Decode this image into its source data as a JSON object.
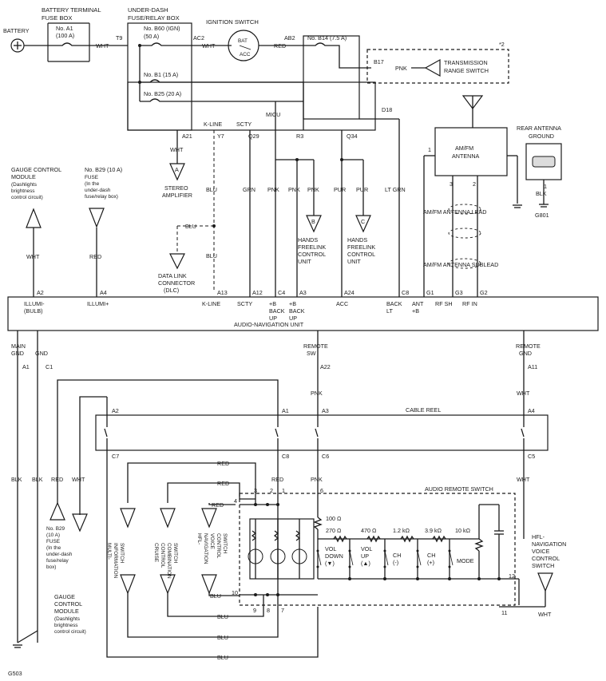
{
  "battery": {
    "label": "BATTERY"
  },
  "fuse_box_terminal": {
    "title1": "BATTERY TERMINAL",
    "title2": "FUSE BOX",
    "fuse": "No. A1",
    "rating": "(100 A)"
  },
  "fuse_box_underdash": {
    "title1": "UNDER-DASH",
    "title2": "FUSE/RELAY BOX",
    "pin_t9": "T9",
    "fuse_b60": "No. B60 (IGN)",
    "fuse_b60_rating": "(50 A)",
    "pin_ac2": "AC2",
    "fuse_b1": "No. B1 (15 A)",
    "fuse_b25": "No. B25 (20 A)",
    "pin_ab2": "AB2",
    "fuse_b14": "No. B14 (7.5 A)"
  },
  "ignition": {
    "title": "IGNITION SWITCH",
    "bat": "BAT",
    "acc": "ACC"
  },
  "tr_switch": {
    "note": "*2",
    "pin": "B17",
    "wire": "PNK",
    "label1": "TRANSMISSION",
    "label2": "RANGE SWITCH"
  },
  "micu": {
    "label": "MICU",
    "k_line": "K-LINE",
    "scty": "SCTY",
    "d18": "D18",
    "a21": "A21",
    "y7": "Y7",
    "q29": "Q29",
    "r3": "R3",
    "q34": "Q34"
  },
  "wires": {
    "wht": "WHT",
    "red": "RED",
    "pnk": "PNK",
    "blu": "BLU",
    "grn": "GRN",
    "pur": "PUR",
    "lt_grn": "LT GRN",
    "blk": "BLK"
  },
  "stereo_amp": {
    "letter": "A",
    "label1": "STEREO",
    "label2": "AMPLIFIER"
  },
  "hands_free_b": {
    "letter": "B",
    "l1": "HANDS",
    "l2": "FREELINK",
    "l3": "CONTROL",
    "l4": "UNIT"
  },
  "hands_free_c": {
    "letter": "C",
    "l1": "HANDS",
    "l2": "FREELINK",
    "l3": "CONTROL",
    "l4": "UNIT"
  },
  "dlc": {
    "l1": "DATA LINK",
    "l2": "CONNECTOR",
    "l3": "(DLC)"
  },
  "gauge_top": {
    "l1": "GAUGE CONTROL",
    "l2": "MODULE",
    "l3": "(Dashlights",
    "l4": "brightness",
    "l5": "control circuit)"
  },
  "fuse_b29_top": {
    "l1": "No. B29 (10 A)",
    "l2": "FUSE",
    "l3": "(In the",
    "l4": "under-dash",
    "l5": "fuse/relay box)"
  },
  "antenna": {
    "l1": "AM/FM",
    "l2": "ANTENNA",
    "pin1": "1",
    "pin2": "2",
    "pin3": "3",
    "lead": "AM/FM ANTENNA LEAD",
    "sublead": "AM/FM ANTENNA SUBLEAD"
  },
  "rear_ground": {
    "l1": "REAR ANTENNA",
    "l2": "GROUND",
    "pin": "1",
    "ground": "G801"
  },
  "audio_unit": {
    "label": "AUDIO-NAVIGATION UNIT",
    "pins": [
      "A2",
      "A4",
      "A13",
      "A12",
      "C4",
      "A3",
      "A24",
      "C8",
      "G1",
      "G3",
      "G2"
    ],
    "illumi_bulb1": "ILLUMI-",
    "illumi_bulb2": "(BULB)",
    "illumi_plus": "ILLUMI+",
    "k_line": "K-LINE",
    "scty": "SCTY",
    "plus_b1": "+B",
    "back1": "BACK",
    "up1": "UP",
    "plus_b2": "+B",
    "back2": "BACK",
    "up2": "UP",
    "acc": "ACC",
    "back_lt1": "BACK",
    "back_lt2": "LT",
    "ant1": "ANT",
    "ant2": "+B",
    "rf_sh": "RF SH",
    "rf_in": "RF IN",
    "main_gnd1": "MAIN",
    "main_gnd2": "GND",
    "gnd": "GND",
    "pin_a1": "A1",
    "pin_c1": "C1",
    "remote_sw1": "REMOTE",
    "remote_sw2": "SW",
    "pin_a22": "A22",
    "remote_gnd1": "REMOTE",
    "remote_gnd2": "GND",
    "pin_a11": "A11"
  },
  "cable_reel": {
    "label": "CABLE REEL",
    "a2": "A2",
    "a1": "A1",
    "a3": "A3",
    "a4": "A4",
    "c7": "C7",
    "c8": "C8",
    "c6": "C6",
    "c5": "C5"
  },
  "remote_switch": {
    "label": "AUDIO REMOTE SWITCH",
    "r100": "100 Ω",
    "r270": "270 Ω",
    "r470": "470 Ω",
    "r1k2": "1.2 kΩ",
    "r3k9": "3.9 kΩ",
    "r10k": "10 kΩ",
    "vol_down1": "VOL",
    "vol_down2": "DOWN",
    "vol_down3": "(▼)",
    "vol_up1": "VOL",
    "vol_up2": "UP",
    "vol_up3": "(▲)",
    "ch_minus1": "CH",
    "ch_minus2": "(-)",
    "ch_plus1": "CH",
    "ch_plus2": "(+)",
    "mode": "MODE",
    "pins": [
      "3",
      "2",
      "1",
      "6",
      "4",
      "10",
      "9",
      "8",
      "7",
      "12",
      "11"
    ]
  },
  "fuse_b29_bottom": {
    "l1": "No. B29",
    "l2": "(10 A)",
    "l3": "FUSE",
    "l4": "(In the",
    "l5": "under-dash",
    "l6": "fuse/relay",
    "l7": "box)"
  },
  "gauge_bottom": {
    "l1": "GAUGE",
    "l2": "CONTROL",
    "l3": "MODULE",
    "l4": "(Dashlights",
    "l5": "brightness",
    "l6": "control circuit)"
  },
  "multi_info": {
    "l1": "MULTI-",
    "l2": "INFORMATION",
    "l3": "SWITCH"
  },
  "cruise": {
    "l1": "CRUISE",
    "l2": "CONTROL",
    "l3": "COMBINATION",
    "l4": "SWITCH"
  },
  "hfl_inner": {
    "l1": "HFL-",
    "l2": "NAVIGATION",
    "l3": "VOICE",
    "l4": "CONTROL",
    "l5": "SWITCH"
  },
  "hfl_outer": {
    "l1": "HFL-",
    "l2": "NAVIGATION",
    "l3": "VOICE",
    "l4": "CONTROL",
    "l5": "SWITCH"
  },
  "ground_g503": "G503"
}
